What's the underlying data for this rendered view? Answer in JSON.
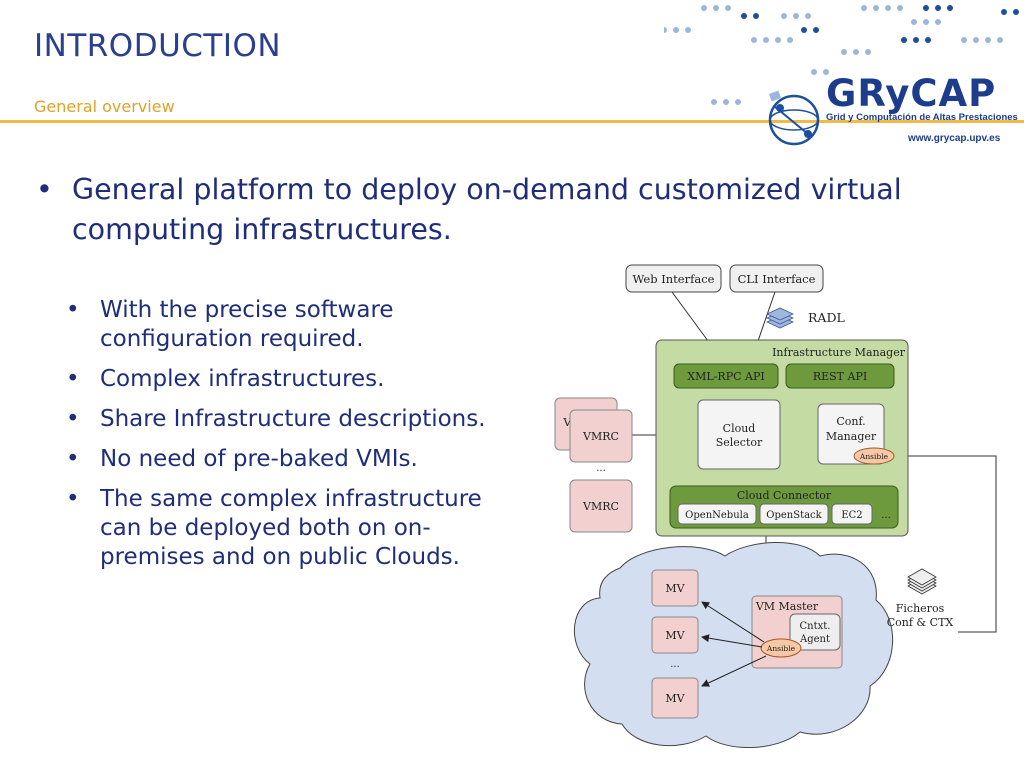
{
  "header": {
    "title": "INTRODUCTION",
    "subtitle": "General overview"
  },
  "brand": {
    "logo_text": "GRyCAP",
    "tagline": "Grid y Computación de Altas Prestaciones",
    "url": "www.grycap.upv.es"
  },
  "content": {
    "main_bullet": "General platform to deploy on-demand customized virtual computing infrastructures.",
    "sub_bullets": [
      "With the precise software configuration required.",
      "Complex infrastructures.",
      "Share Infrastructure descriptions.",
      "No need of pre-baked VMIs.",
      "The same complex infrastructure can be deployed both on on-premises and on public Clouds."
    ]
  },
  "diagram": {
    "web_interface": "Web Interface",
    "cli_interface": "CLI Interface",
    "radl": "RADL",
    "infrastructure_manager": "Infrastructure Manager",
    "xmlrpc_api": "XML-RPC API",
    "rest_api": "REST API",
    "cloud_selector_line1": "Cloud",
    "cloud_selector_line2": "Selector",
    "conf_manager_line1": "Conf.",
    "conf_manager_line2": "Manager",
    "ansible": "Ansible",
    "cloud_connector": "Cloud Connector",
    "opennebula": "OpenNebula",
    "openstack": "OpenStack",
    "ec2": "EC2",
    "ellipsis": "...",
    "vmrc_back": "VM",
    "vmrc": "VMRC",
    "vm_master": "VM Master",
    "cntxt_agent_line1": "Cntxt.",
    "cntxt_agent_line2": "Agent",
    "mv": "MV",
    "ficheros_line1": "Ficheros",
    "ficheros_line2": "Conf & CTX"
  },
  "colors": {
    "title": "#2a3f8f",
    "subtitle": "#e0a02a",
    "rule": "#f4b942",
    "brand": "#1d3d8c",
    "body_text": "#1f2d7a",
    "im_fill": "#c5dba4",
    "api_fill": "#6e9a3e",
    "vm_fill": "#f2d0d0",
    "ansible_fill": "#f7c8a5",
    "cloud_fill": "#d3def0"
  }
}
